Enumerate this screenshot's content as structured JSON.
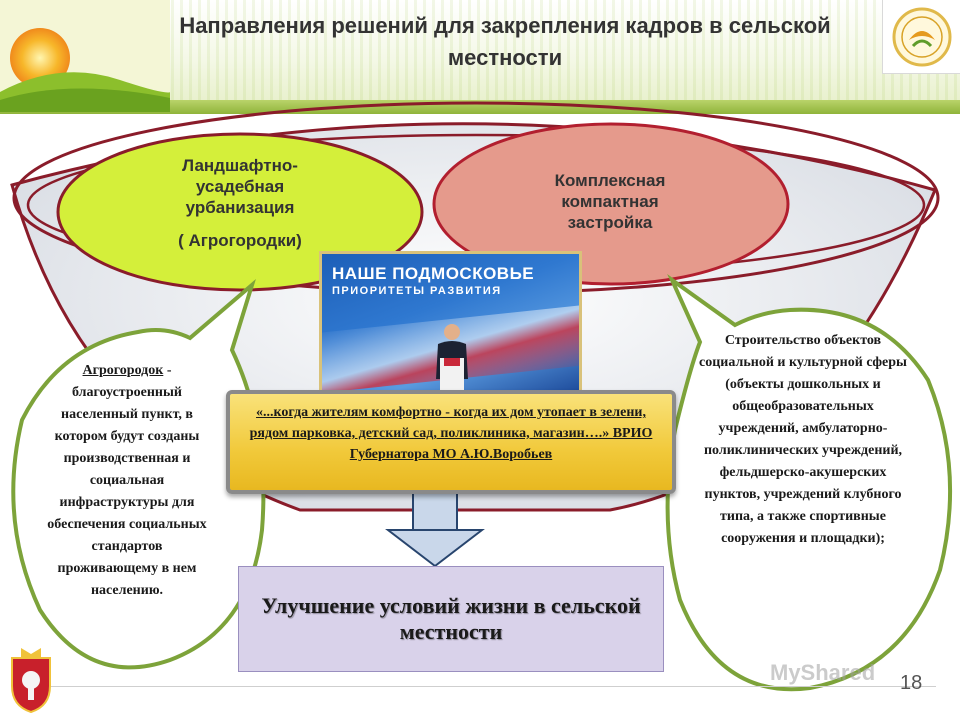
{
  "slide": {
    "title": "Направления решений для закрепления кадров в сельской местности",
    "page_number": "18",
    "watermark": "MyShared"
  },
  "ovals": {
    "left_top": {
      "line1": "Ландшафтно-",
      "line2": "усадебная",
      "line3": "урбанизация",
      "line4": "( Агрогородки)"
    },
    "right_top": {
      "line1": "Комплексная",
      "line2": "компактная",
      "line3": "застройка"
    }
  },
  "poster": {
    "line1": "НАШЕ ПОДМОСКОВЬЕ",
    "line2": "ПРИОРИТЕТЫ РАЗВИТИЯ"
  },
  "quote": {
    "text": "«...когда жителям комфортно - когда их дом утопает в зелени, рядом парковка, детский сад, поликлиника, магазин….» ВРИО Губернатора МО А.Ю.Воробьев"
  },
  "result": {
    "text": "Улучшение условий жизни в сельской местности"
  },
  "left_definition": {
    "keyword": "Агрогородок",
    "text": " - благоустроенный населенный пункт, в котором будут созданы производственная и социальная инфраструктуры для обеспечения социальных стандартов проживающему в нем населению."
  },
  "right_definition": {
    "text": "Строительство объектов социальной и культурной сферы (объекты дошкольных и общеобразовательных учреждений, амбулаторно-поликлинических учреждений, фельдшерско-акушерских пунктов, учреждений клубного типа, а также спортивные сооружения и площадки);"
  },
  "colors": {
    "green_oval": "#d4ef3a",
    "red_oval": "#e59a8c",
    "oval_outline": "#8a1c2a",
    "speech_outline": "#7da33a",
    "quote_fill": "#f1c93a",
    "result_fill": "#d9d2ea"
  }
}
